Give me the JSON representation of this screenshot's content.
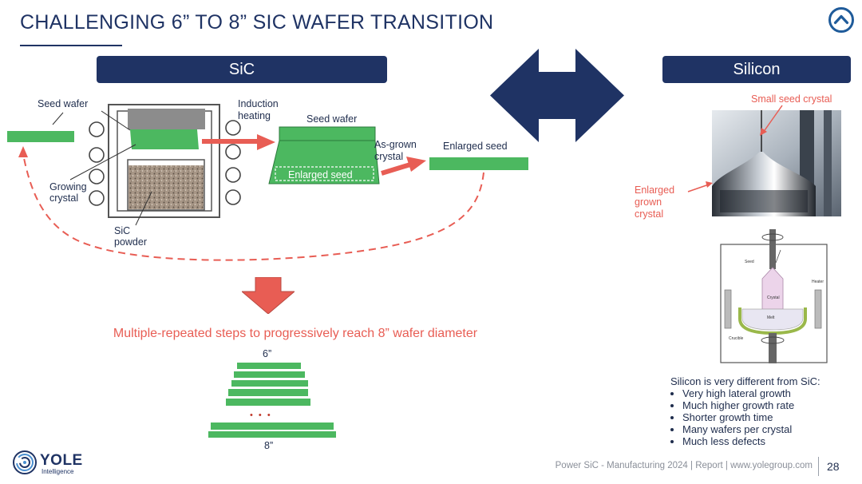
{
  "title": "CHALLENGING 6” TO 8” SIC WAFER TRANSITION",
  "headers": {
    "sic": "SiC",
    "silicon": "Silicon"
  },
  "sic_diagram": {
    "seed_wafer_left": "Seed wafer",
    "growing_crystal": [
      "Growing",
      "crystal"
    ],
    "sic_powder": [
      "SiC",
      "powder"
    ],
    "induction_heating": [
      "Induction",
      "heating"
    ],
    "seed_wafer_mid": "Seed wafer",
    "enlarged_seed_inner": "Enlarged seed",
    "as_grown_crystal": [
      "As-grown",
      "crystal"
    ],
    "enlarged_seed_right": "Enlarged seed"
  },
  "caption": "Multiple-repeated steps to progressively reach 8” wafer diameter",
  "stack": {
    "top_label": "6”",
    "dots": "• • •",
    "bottom_label": "8”"
  },
  "silicon": {
    "small_seed_crystal": "Small seed crystal",
    "enlarged_grown_crystal": [
      "Enlarged",
      "grown",
      "crystal"
    ],
    "schematic_labels": {
      "seed": "Seed",
      "heater": "Heater",
      "crystal": "Crystal",
      "melt": "Melt",
      "crucible": "Crucible"
    },
    "intro": "Silicon is very different from SiC:",
    "bullets": [
      "Very high lateral growth",
      "Much higher growth rate",
      "Shorter growth time",
      "Many wafers per crystal",
      "Much less defects"
    ]
  },
  "footer": {
    "text": "Power SiC - Manufacturing 2024 | Report | www.yolegroup.com",
    "page": "28"
  },
  "logo": {
    "word": "YOLE",
    "sub": "Intelligence"
  },
  "icons": {
    "top_right": "chevron-up-circle-icon",
    "center": "double-arrow-icon"
  },
  "colors": {
    "navy": "#1f3364",
    "green": "#4cb860",
    "red": "#e85d54"
  }
}
